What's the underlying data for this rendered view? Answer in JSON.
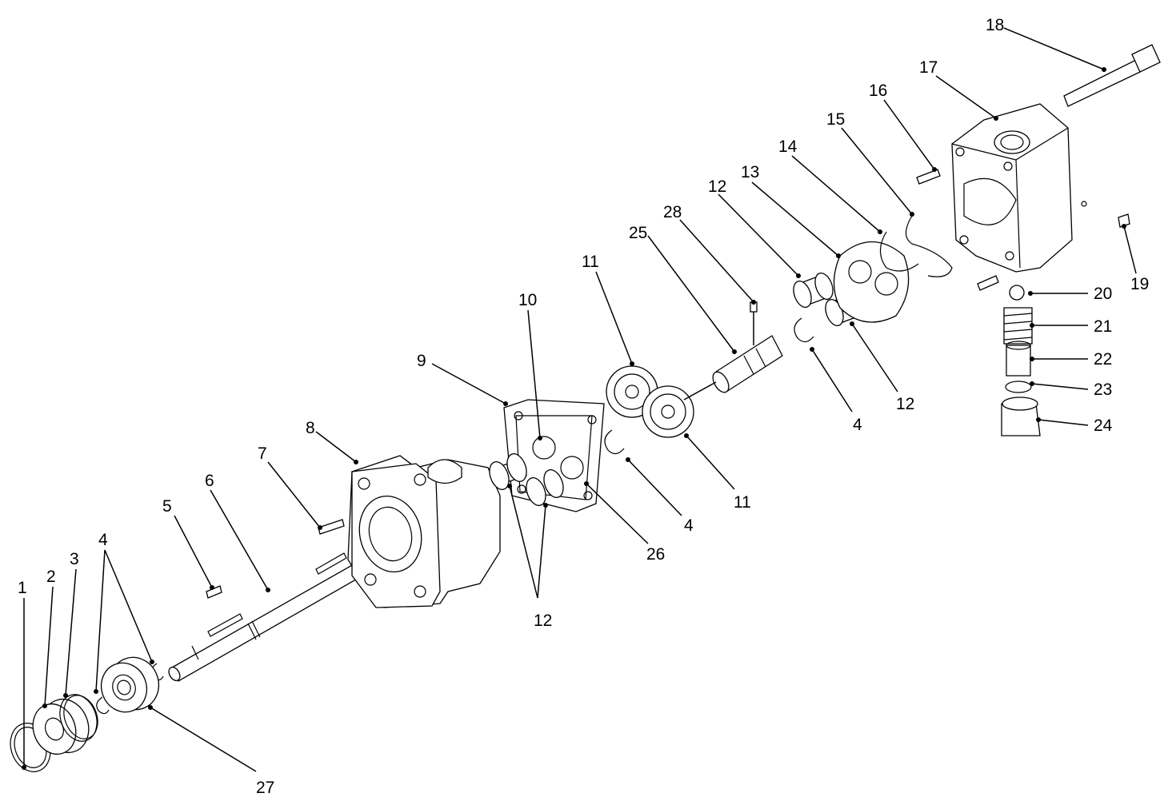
{
  "callouts": [
    "1",
    "2",
    "3",
    "4",
    "4",
    "5",
    "6",
    "7",
    "8",
    "9",
    "10",
    "11",
    "11",
    "12",
    "12",
    "12",
    "12",
    "13",
    "14",
    "15",
    "16",
    "17",
    "18",
    "19",
    "20",
    "21",
    "22",
    "23",
    "24",
    "25",
    "26",
    "27",
    "28",
    "4",
    "4"
  ]
}
